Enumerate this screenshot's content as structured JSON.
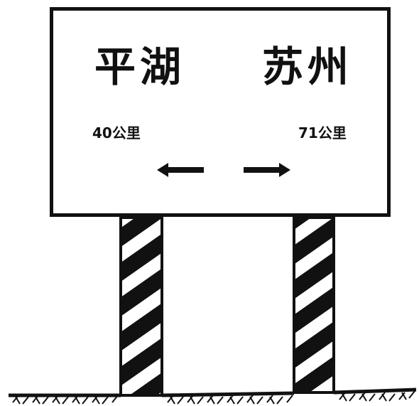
{
  "sign": {
    "left_destination": {
      "city": "平湖",
      "distance": "40公里",
      "direction_icon": "arrow-left-icon"
    },
    "right_destination": {
      "city": "苏州",
      "distance": "71公里",
      "direction_icon": "arrow-right-icon"
    },
    "post_pattern": "black-white-diagonal-stripes",
    "colors": {
      "ink": "#111111",
      "background": "#ffffff"
    }
  }
}
